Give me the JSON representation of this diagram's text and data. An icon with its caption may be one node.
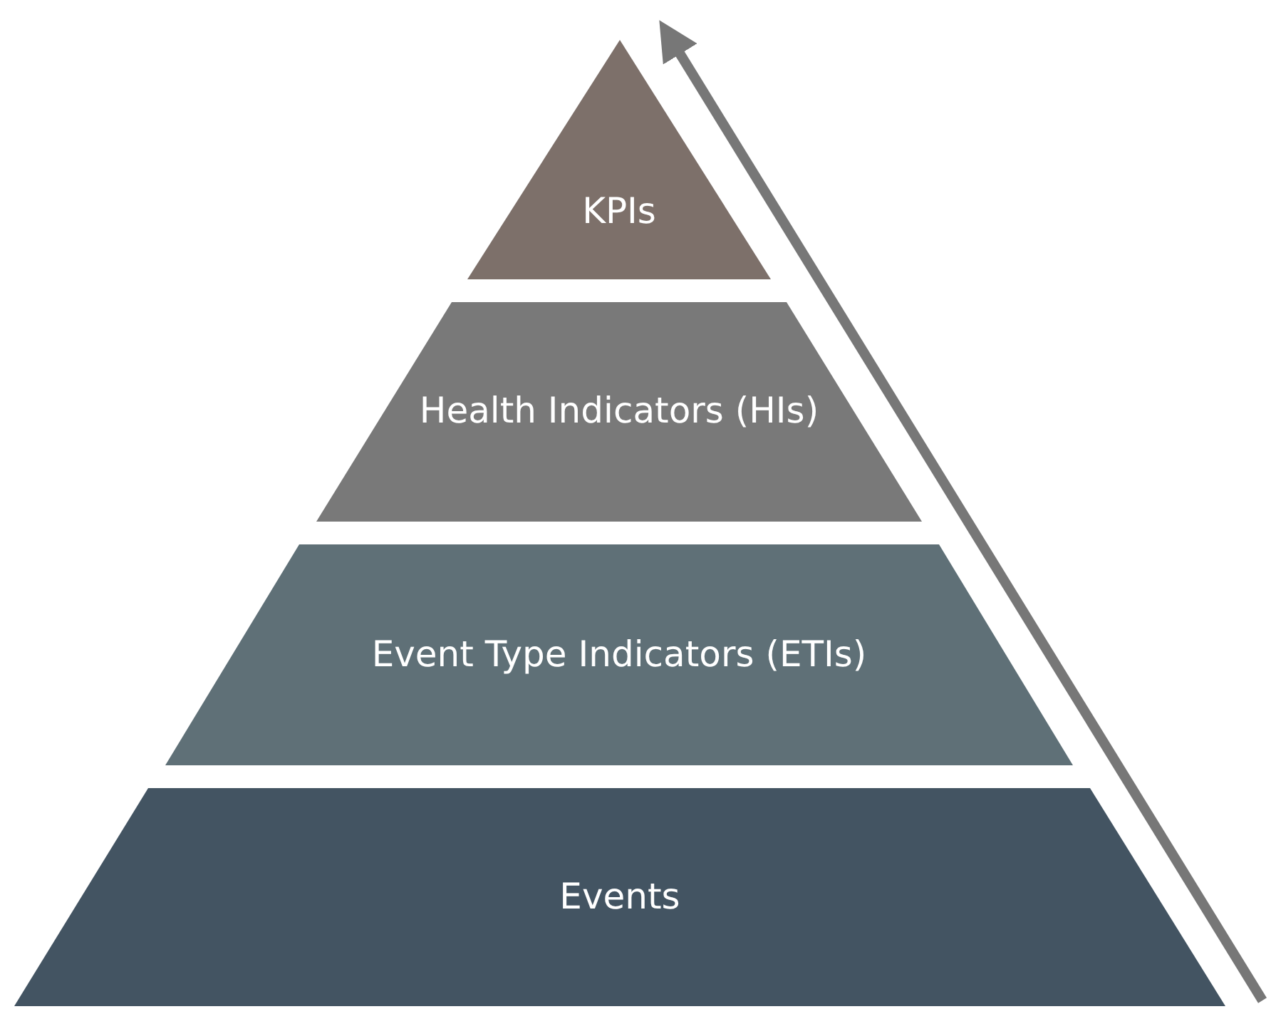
{
  "diagram": {
    "nodes": [
      {
        "text": [
          "KPIs"
        ]
      },
      {
        "text": [
          "Health Indicators (HIs)"
        ]
      },
      {
        "text": [
          "Event Type Indicators (ETIs)"
        ]
      },
      {
        "text": [
          "Events"
        ]
      }
    ],
    "edges": []
  }
}
